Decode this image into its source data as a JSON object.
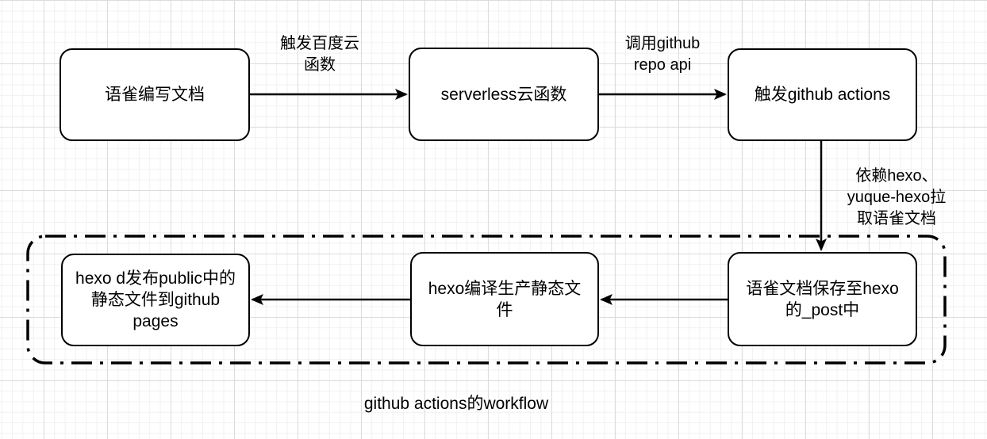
{
  "diagram": {
    "nodes": [
      {
        "id": "yuque-write",
        "label": "语雀编写文档"
      },
      {
        "id": "serverless",
        "label": "serverless云函数"
      },
      {
        "id": "trigger-actions",
        "label": "触发github actions"
      },
      {
        "id": "save-post",
        "label": "语雀文档保存至hexo\n的_post中"
      },
      {
        "id": "hexo-generate",
        "label": "hexo编译生产静态文\n件"
      },
      {
        "id": "hexo-deploy",
        "label": "hexo d发布public中的\n静态文件到github\npages"
      }
    ],
    "edge_labels": [
      {
        "id": "trigger-bdcloud",
        "label": "触发百度云\n函数"
      },
      {
        "id": "call-github-api",
        "label": "调用github\nrepo api"
      },
      {
        "id": "depend-hexo",
        "label": "依赖hexo、\nyuque-hexo拉\n取语雀文档"
      }
    ],
    "caption": "github actions的workflow",
    "colors": {
      "stroke": "#000000",
      "background": "#ffffff",
      "grid_minor": "#f1f1f1",
      "grid_major": "#dcdcdc"
    }
  }
}
